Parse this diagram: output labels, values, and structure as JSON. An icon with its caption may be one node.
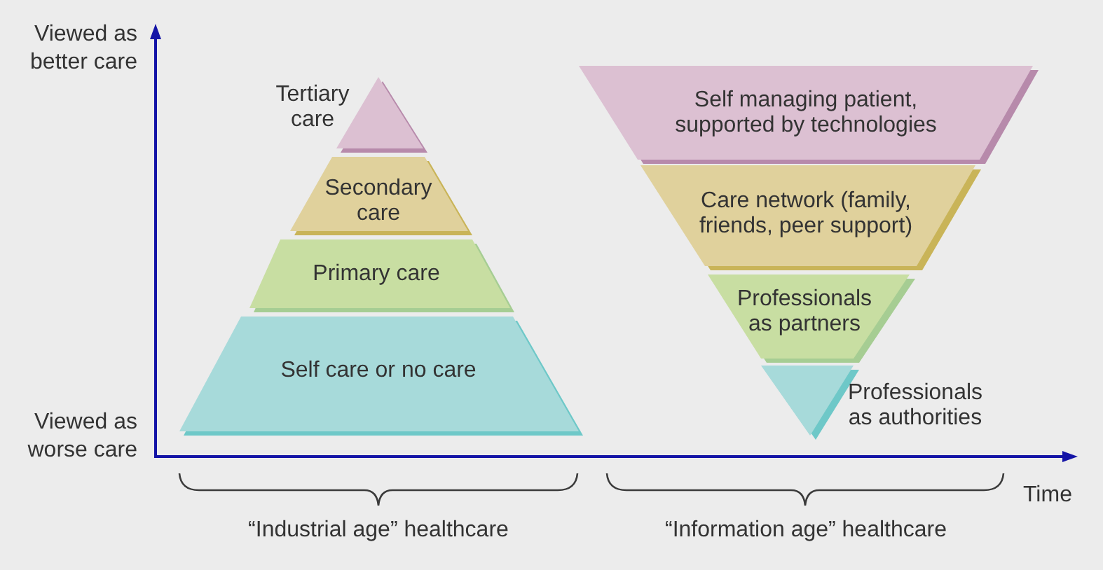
{
  "diagram": {
    "nodes": [
      {
        "text": [
          "Tertiary care"
        ]
      },
      {
        "text": [
          "Secondary care"
        ]
      },
      {
        "text": [
          "Primary care"
        ]
      },
      {
        "text": [
          "Self care or no care"
        ]
      },
      {
        "text": [
          "Self managing patient, supported by technologies"
        ]
      },
      {
        "text": [
          "Care network (family, friends, peer support)"
        ]
      },
      {
        "text": [
          "Professionals as partners"
        ]
      },
      {
        "text": [
          "Professionals as authorities"
        ]
      }
    ],
    "labels": [
      "Viewed as better care",
      "Viewed as worse care",
      "Time",
      "“Industrial age” healthcare",
      "“Information age” healthcare"
    ]
  }
}
